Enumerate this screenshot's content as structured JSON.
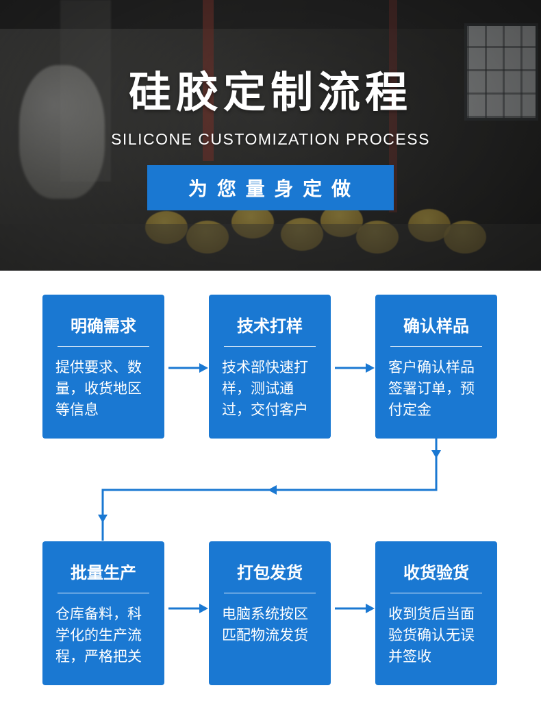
{
  "hero": {
    "title": "硅胶定制流程",
    "subtitle": "SILICONE CUSTOMIZATION PROCESS",
    "banner": "为 您 量 身 定 做"
  },
  "flow": {
    "steps": [
      {
        "title": "明确需求",
        "desc": "提供要求、数量，收货地区等信息"
      },
      {
        "title": "技术打样",
        "desc": "技术部快速打样，测试通过，交付客户"
      },
      {
        "title": "确认样品",
        "desc": "客户确认样品签署订单，预付定金"
      },
      {
        "title": "批量生产",
        "desc": "仓库备料，科学化的生产流程，严格把关"
      },
      {
        "title": "打包发货",
        "desc": "电脑系统按区匹配物流发货"
      },
      {
        "title": "收货验货",
        "desc": "收到货后当面验货确认无误并签收"
      }
    ]
  },
  "colors": {
    "accent_blue": "#1a78d2",
    "hero_overlay": "#2b2b2a",
    "text_on_blue": "#ffffff"
  }
}
